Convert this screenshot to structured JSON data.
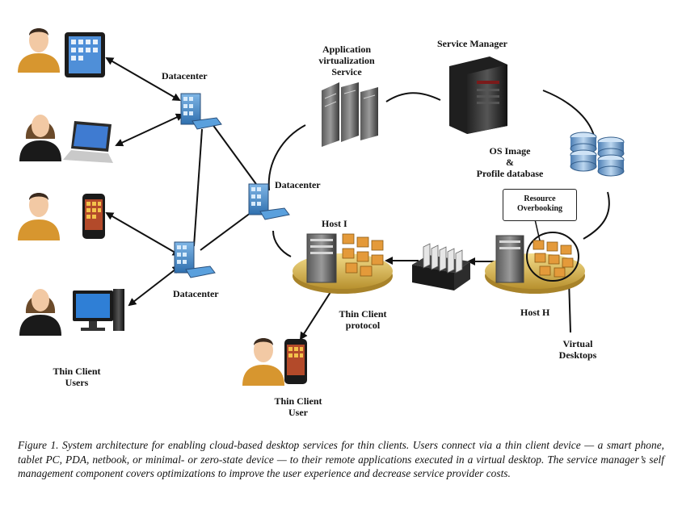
{
  "labels": {
    "datacenter_top": "Datacenter",
    "datacenter_mid": "Datacenter",
    "datacenter_bottom": "Datacenter",
    "app_virt_line1": "Application",
    "app_virt_line2": "virtualization",
    "app_virt_line3": "Service",
    "service_manager": "Service Manager",
    "os_image_line1": "OS Image",
    "os_image_line2": "&",
    "os_image_line3": "Profile database",
    "resource_line1": "Resource",
    "resource_line2": "Overbooking",
    "host_i": "Host I",
    "host_h": "Host H",
    "thin_protocol_line1": "Thin Client",
    "thin_protocol_line2": "protocol",
    "virtual_desktops_line1": "Virtual",
    "virtual_desktops_line2": "Desktops",
    "thin_users_line1": "Thin Client",
    "thin_users_line2": "Users",
    "thin_user_line1": "Thin Client",
    "thin_user_line2": "User"
  },
  "caption": "Figure 1. System architecture for enabling cloud-based desktop services for thin clients. Users connect via a thin client device — a smart phone, tablet PC, PDA, netbook, or minimal- or zero-state device — to their remote applications executed in a virtual desktop. The service manager’s self management component covers optimizations to improve the user experience and decrease service provider costs."
}
